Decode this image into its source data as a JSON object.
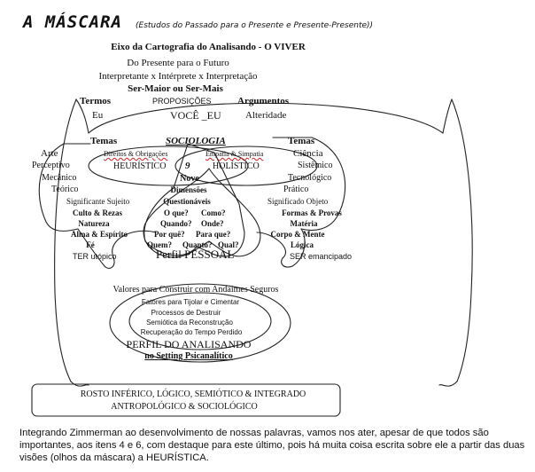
{
  "header": {
    "title": "A MÁSCARA",
    "subtitle": "(Estudos do Passado para o Presente e  Presente-Presente))"
  },
  "axis": {
    "line1": "Eixo da Cartografia do Analisando  -  O  VIVER",
    "line2": "Do Presente para o Futuro",
    "line3": "Interpretante x Intérprete x Interpretação",
    "line4": "Ser-Maior ou Ser-Mais"
  },
  "top_row": {
    "termos": "Termos",
    "proposicoes": "PROPOSIÇÕES",
    "argumentos": "Argumentos",
    "eu": "Eu",
    "voce_eu": "VOCÊ _EU",
    "alteridade": "Alteridade"
  },
  "left_side": {
    "temas": "Temas",
    "items": [
      "Arte",
      "Perceptivo",
      "Mecânico",
      "Teórico",
      "Significante Sujeito"
    ]
  },
  "right_side": {
    "temas": "Temas",
    "items": [
      "Ciência",
      "Sistêmico",
      "Tecnológico",
      "Prático",
      "Significado Objeto"
    ]
  },
  "center": {
    "sociologia": "SOCIOLOGIA",
    "direitos": "Direitos & Obrigações",
    "empatia": "Empatia & Simpatia",
    "heuristico": "HEURÍSTICO",
    "nine": "9",
    "holistico": "HOLÍSTICO",
    "nove": "Nove",
    "dimensoes": "Dimensões",
    "questionaveis": "Questionáveis",
    "questions": [
      "O que?",
      "Como?",
      "Quando?",
      "Onde?",
      "Por quê?",
      "Para que?",
      "Quem?",
      "Quanto?",
      "Qual?"
    ],
    "perfil_pessoal": "Perfil PESSOAL"
  },
  "left_cheek": {
    "lines": [
      "Culto & Rezas",
      "Natureza",
      "Alma & Espírito",
      "Fé"
    ],
    "footer": "TER utópico"
  },
  "right_cheek": {
    "lines": [
      "Formas & Provas",
      "Matéria",
      "Corpo & Mente",
      "Lógica"
    ],
    "footer": "SER emancipado"
  },
  "mouth": {
    "header": "Valores para Construir com Andaimes Seguros",
    "lines": [
      "Fatores para Tijolar e Cimentar",
      "Processos de Destruir",
      "Semiótica da Reconstrução",
      "Recuperação do Tempo Perdido"
    ],
    "perfil": "PERFIL DO ANALISANDO",
    "setting": "no Setting Psicanalítico"
  },
  "box": {
    "line1": "ROSTO INFÉRICO, LÓGICO, SEMIÓTICO & INTEGRADO",
    "line2": "ANTROPOLÓGICO & SOCIOLÓGICO"
  },
  "paragraph": "Integrando Zimmerman ao desenvolvimento de nossas palavras, vamos nos ater, apesar de que todos são importantes, aos itens 4 e 6, com destaque para este último, pois há muita coisa escrita sobre ele a partir das duas visões (olhos da máscara) a HEURÍSTICA."
}
